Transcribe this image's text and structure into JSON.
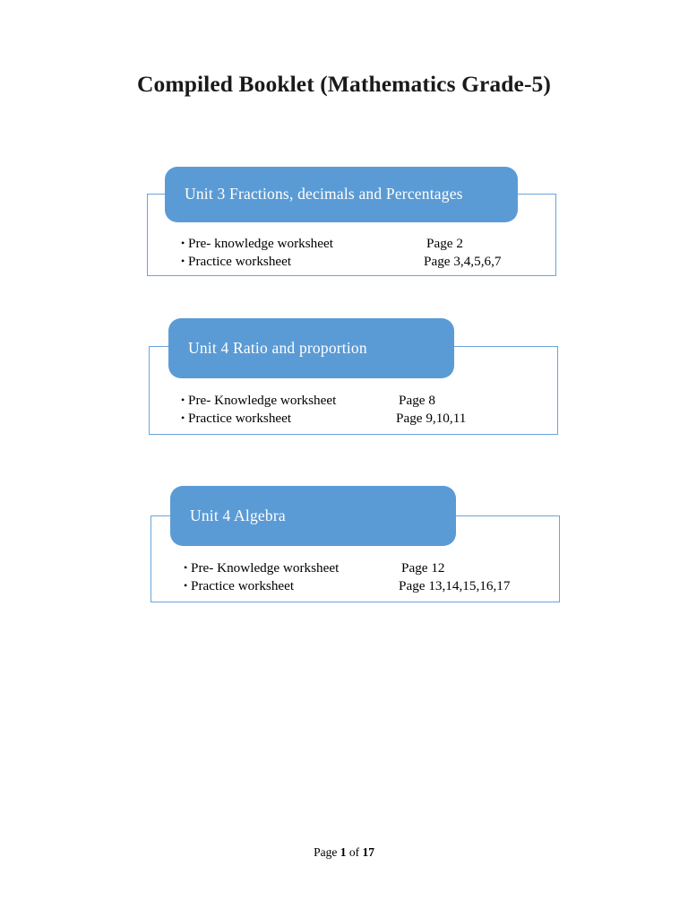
{
  "document": {
    "title": "Compiled Booklet (Mathematics Grade-5)",
    "accent_color": "#5B9BD5",
    "outline_color": "#6AA3DA",
    "header_text_color": "#FFFFFF",
    "bullet_glyph": "•"
  },
  "sections": [
    {
      "unit_title": "Unit 3 Fractions, decimals and Percentages",
      "rows": [
        {
          "bullet": "•",
          "label": "Pre- knowledge worksheet",
          "pages": "Page 2"
        },
        {
          "bullet": "•",
          "label": "Practice worksheet",
          "pages": "Page 3,4,5,6,7"
        }
      ]
    },
    {
      "unit_title": "Unit 4 Ratio and proportion",
      "rows": [
        {
          "bullet": "•",
          "label": "Pre- Knowledge worksheet",
          "pages": "Page 8"
        },
        {
          "bullet": "•",
          "label": "Practice worksheet",
          "pages": "Page 9,10,11"
        }
      ]
    },
    {
      "unit_title": "Unit 4 Algebra",
      "rows": [
        {
          "bullet": "•",
          "label": "Pre- Knowledge worksheet",
          "pages": "Page 12"
        },
        {
          "bullet": "•",
          "label": "Practice worksheet",
          "pages": "Page 13,14,15,16,17"
        }
      ]
    }
  ],
  "footer": {
    "prefix": "Page ",
    "current_page": "1",
    "middle": " of ",
    "total_pages": "17"
  }
}
